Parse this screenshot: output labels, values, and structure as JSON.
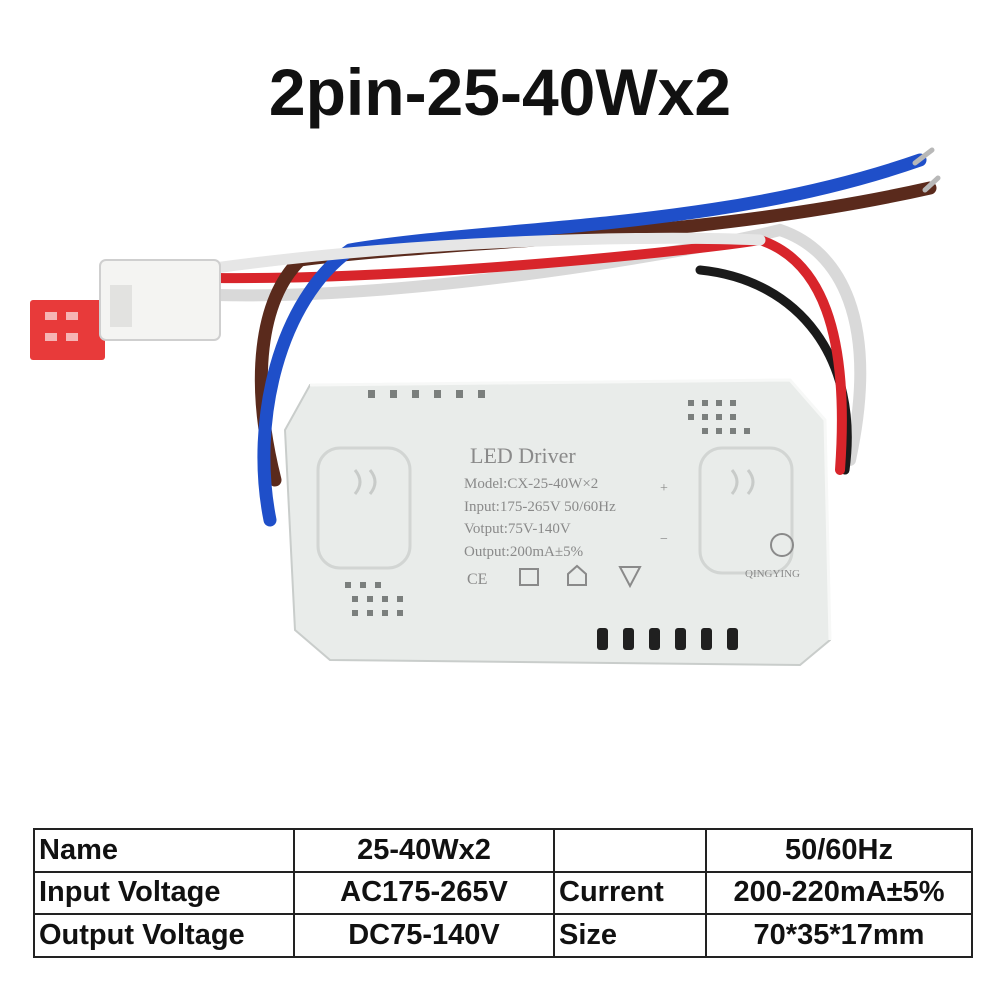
{
  "title": "2pin-25-40Wx2",
  "product": {
    "heading": "LED Driver",
    "model": "Model:CX-25-40W×2",
    "input": "Input:175-265V 50/60Hz",
    "votput": "Votput:75V-140V",
    "output": "Output:200mA±5%",
    "brand": "QINGYING",
    "cert_ce": "CE",
    "colors": {
      "case": "#e9ecea",
      "wire_blue": "#1f4fc9",
      "wire_brown": "#5a2a1c",
      "wire_red": "#d8252b",
      "wire_white": "#d9d9d9",
      "wire_black": "#1a1a1a",
      "connector_red": "#e83a3a"
    }
  },
  "specs": {
    "rows": [
      [
        "Name",
        "25-40Wx2",
        "",
        "50/60Hz"
      ],
      [
        "Input Voltage",
        "AC175-265V",
        "Current",
        "200-220mA±5%"
      ],
      [
        "Output Voltage",
        "DC75-140V",
        "Size",
        "70*35*17mm"
      ]
    ]
  }
}
